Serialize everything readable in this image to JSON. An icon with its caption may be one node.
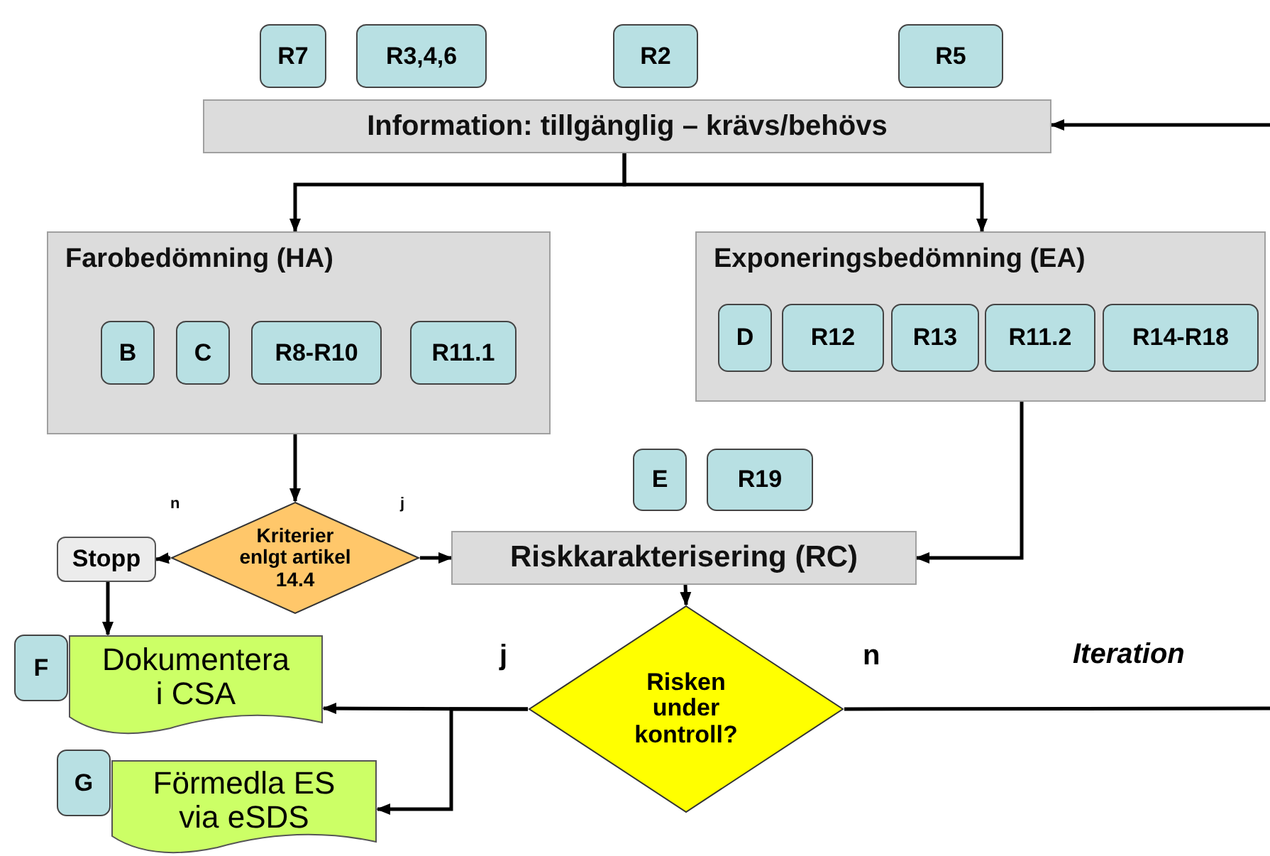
{
  "diagram": {
    "nodes": [
      {
        "text": [
          "R7"
        ]
      },
      {
        "text": [
          "R3,4,6"
        ]
      },
      {
        "text": [
          "R2"
        ]
      },
      {
        "text": [
          "R5"
        ]
      },
      {
        "text": [
          "Information: tillgänglig – krävs/behövs"
        ]
      },
      {
        "text": [
          "Farobedömning (HA)"
        ]
      },
      {
        "text": [
          "B"
        ],
        "in": 5
      },
      {
        "text": [
          "C"
        ],
        "in": 5
      },
      {
        "text": [
          "R8-R10"
        ],
        "in": 5
      },
      {
        "text": [
          "R11.1"
        ],
        "in": 5
      },
      {
        "text": [
          "Exponeringsbedömning (EA)"
        ]
      },
      {
        "text": [
          "D"
        ],
        "in": 10
      },
      {
        "text": [
          "R12"
        ],
        "in": 10
      },
      {
        "text": [
          "R13"
        ],
        "in": 10
      },
      {
        "text": [
          "R11.2"
        ],
        "in": 10
      },
      {
        "text": [
          "R14-R18"
        ],
        "in": 10
      },
      {
        "text": [
          "E"
        ]
      },
      {
        "text": [
          "R19"
        ]
      },
      {
        "text": [
          "Kriterier enlgt artikel 14.4"
        ]
      },
      {
        "text": [
          "Stopp"
        ]
      },
      {
        "text": [
          "Riskkarakterisering (RC)"
        ]
      },
      {
        "text": [
          "Risken under kontroll?"
        ]
      },
      {
        "text": [
          "F"
        ]
      },
      {
        "text": [
          "Dokumentera i CSA"
        ]
      },
      {
        "text": [
          "G"
        ]
      },
      {
        "text": [
          "Förmedla ES via eSDS"
        ]
      }
    ],
    "edges": [
      {
        "from": 4,
        "to": 5,
        "arrow": "to"
      },
      {
        "from": 4,
        "to": 10,
        "arrow": "to"
      },
      {
        "from": 5,
        "to": 18,
        "arrow": "to"
      },
      {
        "from": 18,
        "to": 19,
        "arrow": "to",
        "label": "n"
      },
      {
        "from": 18,
        "to": 20,
        "arrow": "to",
        "label": "j"
      },
      {
        "from": 10,
        "to": 20,
        "arrow": "to"
      },
      {
        "from": 20,
        "to": 21,
        "arrow": "to"
      },
      {
        "from": 19,
        "to": 23,
        "arrow": "to"
      },
      {
        "from": 21,
        "to": 23,
        "arrow": "to",
        "label": "j"
      },
      {
        "from": 21,
        "to": 25,
        "arrow": "to"
      },
      {
        "from": 21,
        "to": null,
        "arrow": "none",
        "label": "n"
      },
      {
        "from": null,
        "to": 4,
        "arrow": "to"
      }
    ],
    "labels": [
      "Iteration"
    ]
  }
}
